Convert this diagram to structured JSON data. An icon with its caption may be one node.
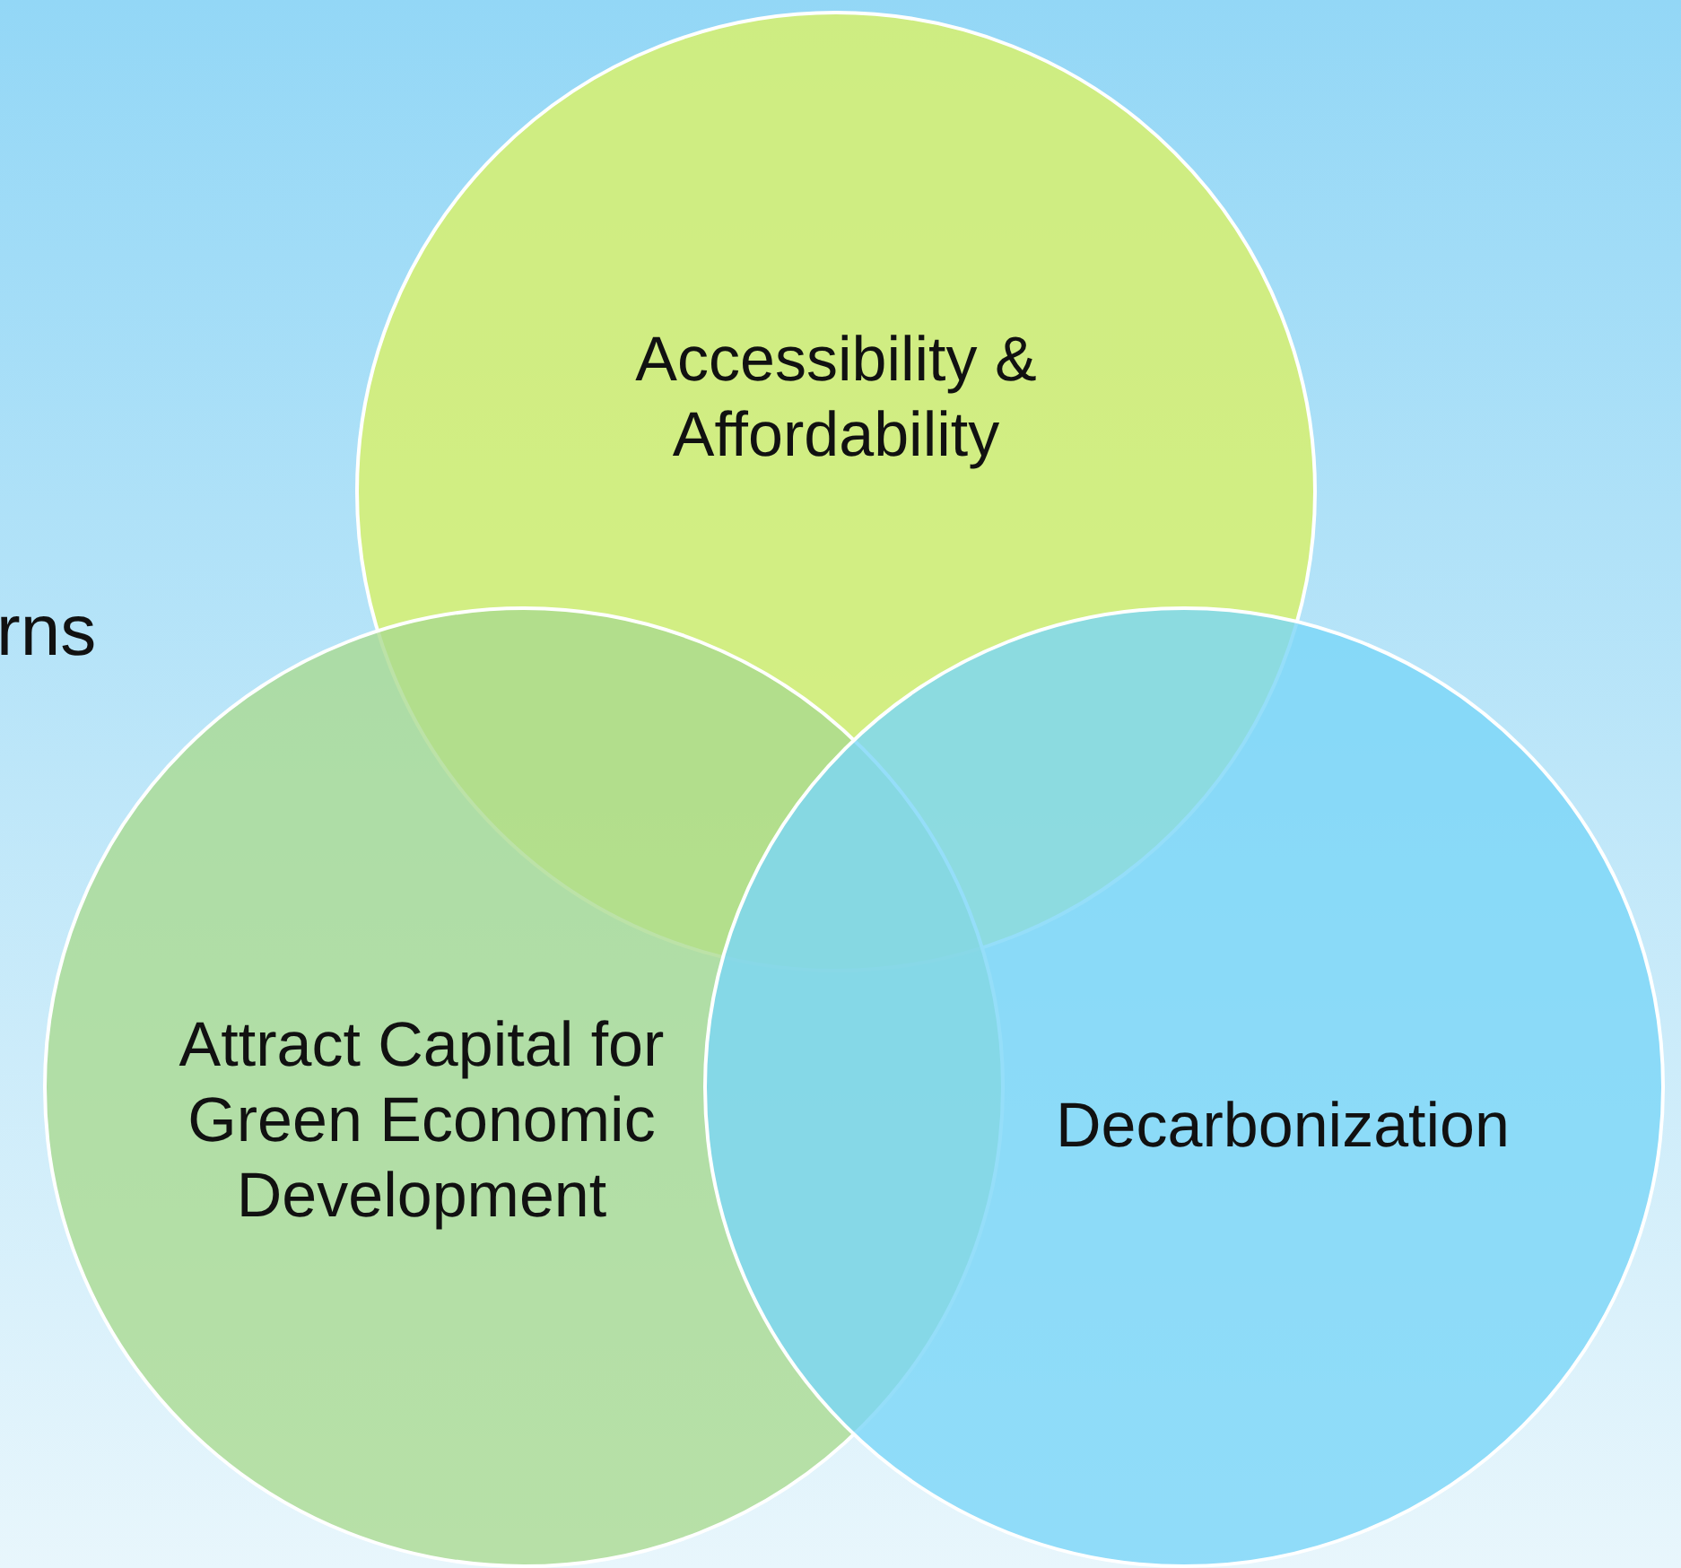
{
  "diagram": {
    "nodes": [
      {
        "text": [
          "Accessibility & Affordability"
        ]
      },
      {
        "text": [
          "Attract Capital for Green Economic Development"
        ]
      },
      {
        "text": [
          "Decarbonization"
        ]
      }
    ],
    "edges": [],
    "labels": [
      "rns"
    ]
  }
}
